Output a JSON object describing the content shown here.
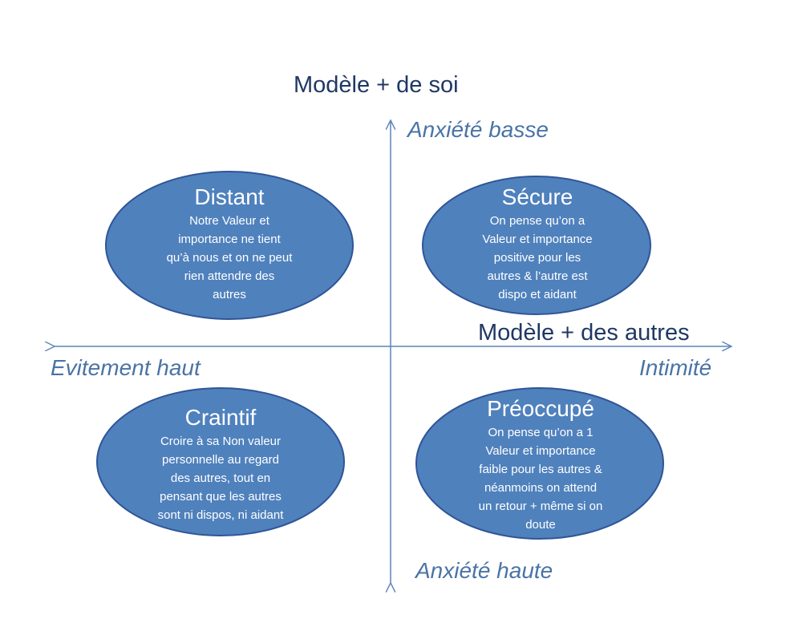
{
  "axes": {
    "top": "Modèle + de soi",
    "top_sub": "Anxiété basse",
    "bottom_sub": "Anxiété haute",
    "right": "Modèle + des autres",
    "right_sub": "Intimité",
    "left_sub": "Evitement haut"
  },
  "quadrants": [
    {
      "title": "Distant",
      "lines": [
        "Notre Valeur et",
        "importance ne tient",
        "qu’à nous et on ne peut",
        "rien attendre des",
        "autres"
      ]
    },
    {
      "title": "Sécure",
      "lines": [
        "On pense qu’on a",
        "Valeur et importance",
        "positive pour les",
        "autres & l’autre est",
        "dispo et aidant"
      ]
    },
    {
      "title": "Craintif",
      "lines": [
        "Croire à sa Non valeur",
        "personnelle au regard",
        "des autres, tout en",
        "pensant que les autres",
        "sont ni dispos, ni aidant"
      ]
    },
    {
      "title": "Préoccupé",
      "lines": [
        "On pense qu’on a 1",
        "Valeur et importance",
        "faible pour les autres &",
        "néanmoins on attend",
        "un retour + même si on",
        "doute"
      ]
    }
  ],
  "colors": {
    "ellipse_fill": "#4f81bd",
    "ellipse_stroke": "#2f5597",
    "axis_line": "#5b84b8",
    "title_text": "#1f3864",
    "axis_italic_text": "#4a73a6"
  }
}
